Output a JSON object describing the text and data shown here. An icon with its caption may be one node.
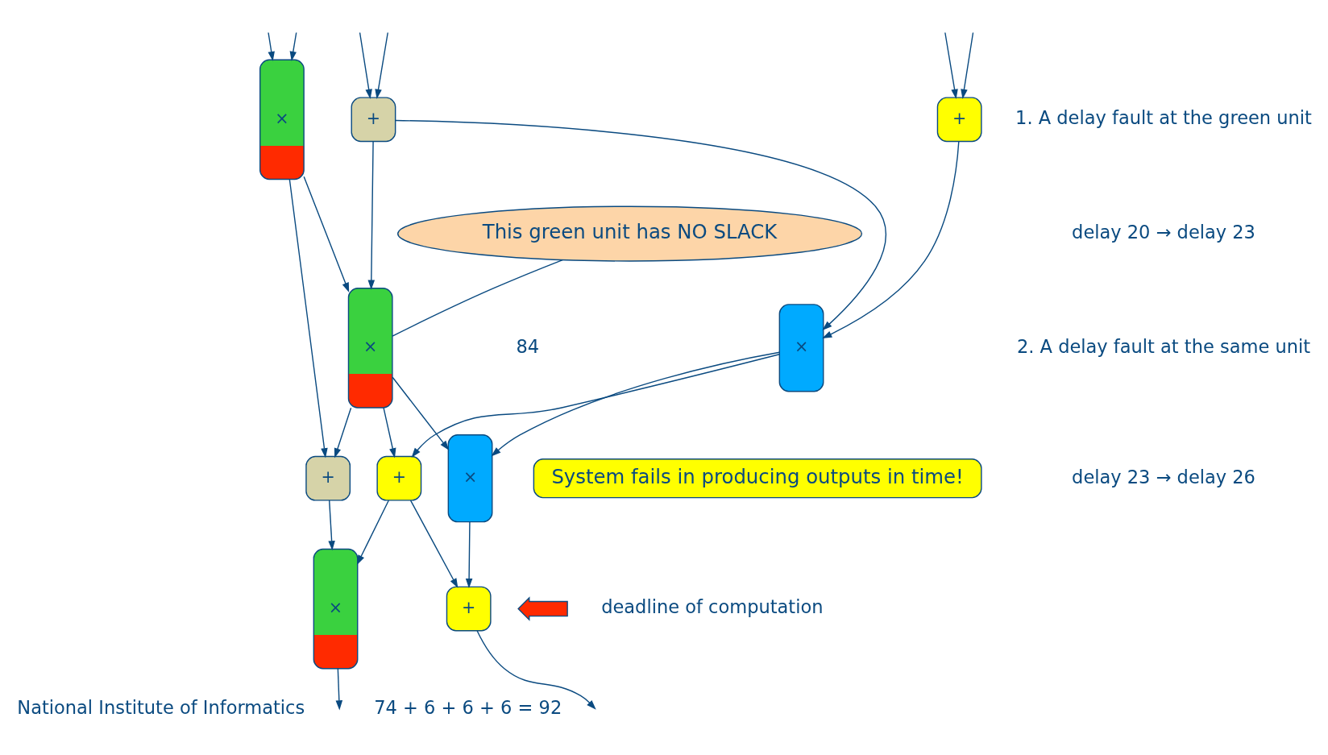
{
  "diagram": {
    "nodes": [
      {
        "text": [
          "×"
        ]
      },
      {
        "text": [
          "+"
        ]
      },
      {
        "text": [
          "+"
        ]
      },
      {
        "text": [
          "×"
        ]
      },
      {
        "text": [
          "×"
        ]
      },
      {
        "text": [
          "+"
        ]
      },
      {
        "text": [
          "+"
        ]
      },
      {
        "text": [
          "×"
        ]
      },
      {
        "text": [
          "×"
        ]
      },
      {
        "text": [
          "+"
        ]
      },
      {
        "text": [
          "This green unit has NO SLACK"
        ]
      },
      {
        "text": [
          "System fails in producing outputs in time!"
        ]
      },
      {
        "text": [],
        "shape": "arrow"
      }
    ],
    "edges": [
      {
        "from": null,
        "to": 0,
        "arrow": "to"
      },
      {
        "from": null,
        "to": 0,
        "arrow": "to"
      },
      {
        "from": null,
        "to": 1,
        "arrow": "to"
      },
      {
        "from": null,
        "to": 1,
        "arrow": "to"
      },
      {
        "from": null,
        "to": 2,
        "arrow": "to"
      },
      {
        "from": null,
        "to": 2,
        "arrow": "to"
      },
      {
        "from": 1,
        "to": 3,
        "arrow": "to"
      },
      {
        "from": 2,
        "to": 3,
        "arrow": "to"
      },
      {
        "from": 0,
        "to": 4,
        "arrow": "to"
      },
      {
        "from": 1,
        "to": 4,
        "arrow": "to"
      },
      {
        "from": 0,
        "to": 5,
        "arrow": "to"
      },
      {
        "from": 4,
        "to": 5,
        "arrow": "to"
      },
      {
        "from": 4,
        "to": 6,
        "arrow": "to"
      },
      {
        "from": 4,
        "to": 7,
        "arrow": "to"
      },
      {
        "from": 3,
        "to": 6,
        "arrow": "to"
      },
      {
        "from": 3,
        "to": 7,
        "arrow": "to"
      },
      {
        "from": 5,
        "to": 8,
        "arrow": "to"
      },
      {
        "from": 6,
        "to": 8,
        "arrow": "to"
      },
      {
        "from": 6,
        "to": 9,
        "arrow": "to"
      },
      {
        "from": 7,
        "to": 9,
        "arrow": "to"
      },
      {
        "from": 8,
        "to": null,
        "arrow": "to"
      },
      {
        "from": 9,
        "to": null,
        "arrow": "to"
      },
      {
        "from": 10,
        "to": 4,
        "arrow": "none"
      }
    ],
    "labels": [
      "1. A delay fault at the green unit",
      "delay 20 → delay 23",
      "2. A delay fault at the same unit",
      "delay 23 → delay 26",
      "84",
      "74 + 6 + 6 + 6 = 92",
      "deadline of computation",
      "National Institute of Informatics"
    ]
  }
}
